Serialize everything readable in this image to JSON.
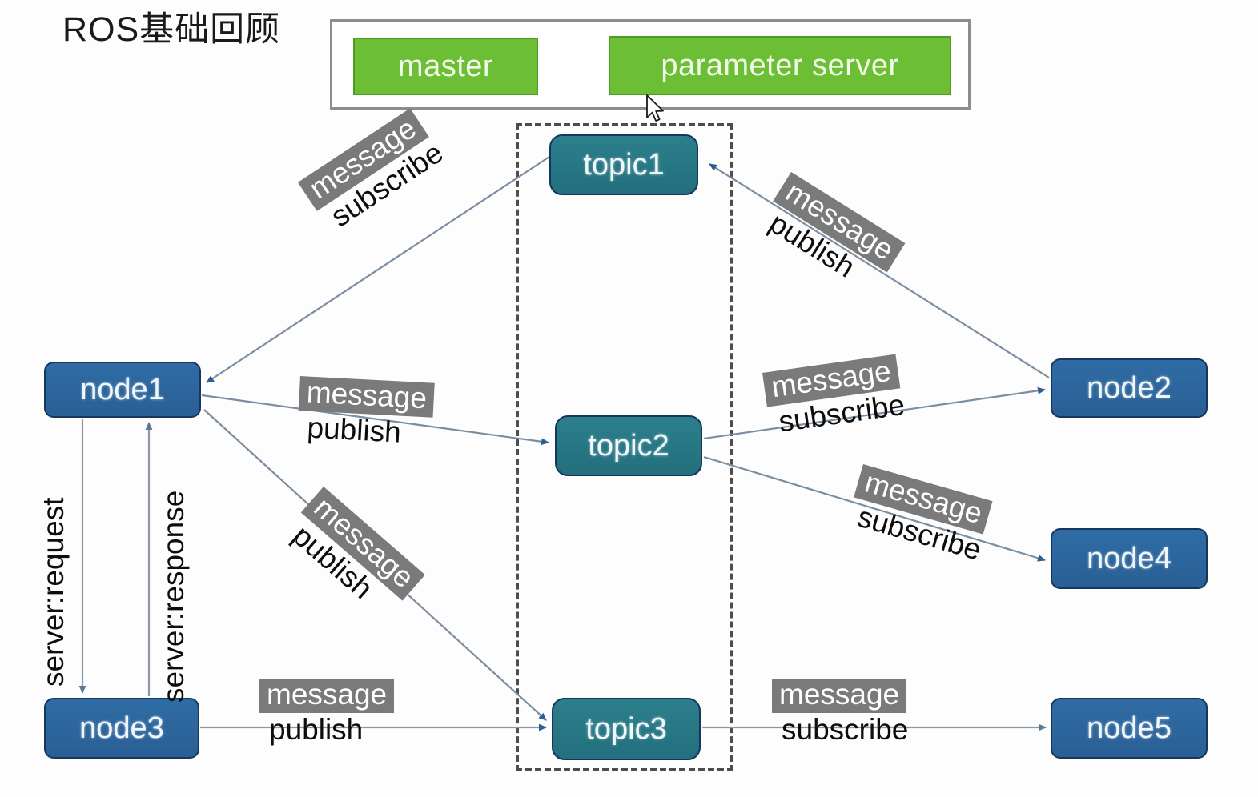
{
  "title": "ROS基础回顾",
  "colors": {
    "green": "#6cbe35",
    "node_blue": "#2f6ca5",
    "topic_teal": "#2c7f8c",
    "label_gray": "#7a7a7a",
    "panel_border": "#8d8d8d",
    "dashed_border": "#4d4d4d"
  },
  "master_panel": {
    "master_label": "master",
    "parameter_server_label": "parameter server"
  },
  "topics": [
    {
      "id": "topic1",
      "label": "topic1"
    },
    {
      "id": "topic2",
      "label": "topic2"
    },
    {
      "id": "topic3",
      "label": "topic3"
    }
  ],
  "nodes": [
    {
      "id": "node1",
      "label": "node1"
    },
    {
      "id": "node2",
      "label": "node2"
    },
    {
      "id": "node3",
      "label": "node3"
    },
    {
      "id": "node4",
      "label": "node4"
    },
    {
      "id": "node5",
      "label": "node5"
    }
  ],
  "edges": [
    {
      "id": "topic1-node1",
      "from": "topic1",
      "to": "node1",
      "message": "message",
      "action": "subscribe"
    },
    {
      "id": "node2-topic1",
      "from": "node2",
      "to": "topic1",
      "message": "message",
      "action": "publish"
    },
    {
      "id": "node1-topic2",
      "from": "node1",
      "to": "topic2",
      "message": "message",
      "action": "publish"
    },
    {
      "id": "topic2-node2",
      "from": "topic2",
      "to": "node2",
      "message": "message",
      "action": "subscribe"
    },
    {
      "id": "topic2-node4",
      "from": "topic2",
      "to": "node4",
      "message": "message",
      "action": "subscribe"
    },
    {
      "id": "node1-topic3",
      "from": "node1",
      "to": "topic3",
      "message": "message",
      "action": "publish"
    },
    {
      "id": "node3-topic3",
      "from": "node3",
      "to": "topic3",
      "message": "message",
      "action": "publish"
    },
    {
      "id": "topic3-node5",
      "from": "topic3",
      "to": "node5",
      "message": "message",
      "action": "subscribe"
    }
  ],
  "services": [
    {
      "id": "node1-node3-request",
      "label": "server:request"
    },
    {
      "id": "node3-node1-response",
      "label": "server:response"
    }
  ],
  "cursor": {
    "icon": "mouse-pointer"
  }
}
